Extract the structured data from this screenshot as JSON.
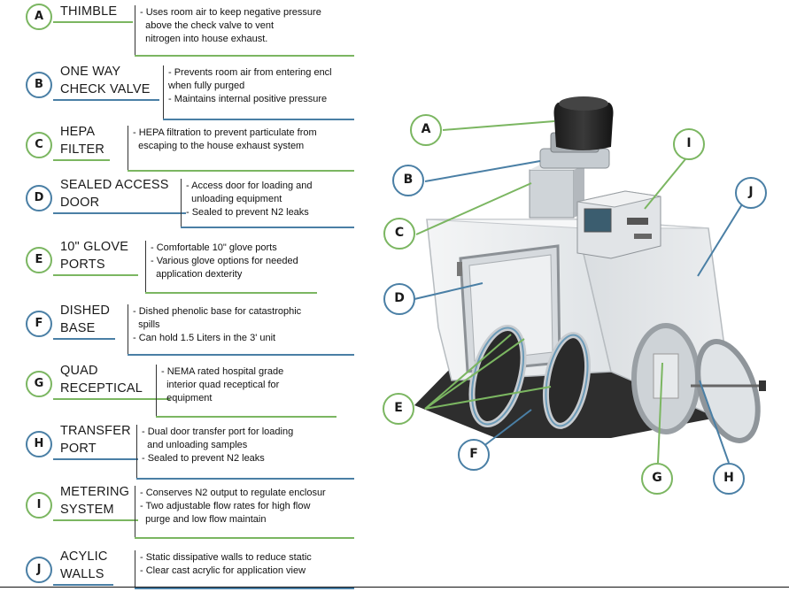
{
  "colors": {
    "green": "#7bb661",
    "blue": "#4a7fa5",
    "base": "#2e2e2e",
    "enclosure": "#e8ebee"
  },
  "legend": [
    {
      "letter": "A",
      "title_lines": [
        "THIMBLE"
      ],
      "color": "green",
      "desc_lines": [
        "- Uses room air to keep negative pressure",
        "  above the check valve to vent",
        "  nitrogen into house exhaust."
      ]
    },
    {
      "letter": "B",
      "title_lines": [
        "ONE WAY",
        "CHECK VALVE"
      ],
      "color": "blue",
      "desc_lines": [
        "- Prevents room air from entering encl",
        "when fully purged",
        "- Maintains internal positive pressure"
      ]
    },
    {
      "letter": "C",
      "title_lines": [
        "HEPA",
        "FILTER"
      ],
      "color": "green",
      "desc_lines": [
        "- HEPA filtration to prevent particulate from",
        "  escaping to the house exhaust system"
      ]
    },
    {
      "letter": "D",
      "title_lines": [
        "SEALED ACCESS",
        "DOOR"
      ],
      "color": "blue",
      "desc_lines": [
        "- Access door for loading and",
        "  unloading equipment",
        "- Sealed to prevent N2 leaks"
      ]
    },
    {
      "letter": "E",
      "title_lines": [
        "10\" GLOVE",
        "PORTS"
      ],
      "color": "green",
      "desc_lines": [
        "- Comfortable 10\" glove ports",
        "- Various glove options for needed",
        "  application dexterity"
      ]
    },
    {
      "letter": "F",
      "title_lines": [
        "DISHED",
        "BASE"
      ],
      "color": "blue",
      "desc_lines": [
        "- Dished phenolic base for catastrophic",
        "  spills",
        "- Can hold 1.5 Liters in the 3' unit"
      ]
    },
    {
      "letter": "G",
      "title_lines": [
        "QUAD",
        "RECEPTICAL"
      ],
      "color": "green",
      "desc_lines": [
        "- NEMA rated hospital grade",
        "  interior quad receptical for",
        "  equipment"
      ]
    },
    {
      "letter": "H",
      "title_lines": [
        "TRANSFER",
        "PORT"
      ],
      "color": "blue",
      "desc_lines": [
        "- Dual door transfer port for loading",
        "  and unloading samples",
        "- Sealed to prevent N2 leaks"
      ]
    },
    {
      "letter": "I",
      "title_lines": [
        "METERING",
        "SYSTEM"
      ],
      "color": "green",
      "desc_lines": [
        "- Conserves N2 output to regulate enclosur",
        "- Two adjustable flow rates for high flow",
        "  purge and low flow maintain"
      ]
    },
    {
      "letter": "J",
      "title_lines": [
        "ACYLIC",
        "WALLS"
      ],
      "color": "blue",
      "desc_lines": [
        "- Static dissipative walls to reduce static",
        "- Clear cast acrylic for application view"
      ]
    }
  ],
  "callouts": [
    {
      "letter": "A",
      "color": "green"
    },
    {
      "letter": "B",
      "color": "blue"
    },
    {
      "letter": "C",
      "color": "green"
    },
    {
      "letter": "D",
      "color": "blue"
    },
    {
      "letter": "E",
      "color": "green"
    },
    {
      "letter": "F",
      "color": "blue"
    },
    {
      "letter": "G",
      "color": "green"
    },
    {
      "letter": "H",
      "color": "blue"
    },
    {
      "letter": "I",
      "color": "green"
    },
    {
      "letter": "J",
      "color": "blue"
    }
  ]
}
